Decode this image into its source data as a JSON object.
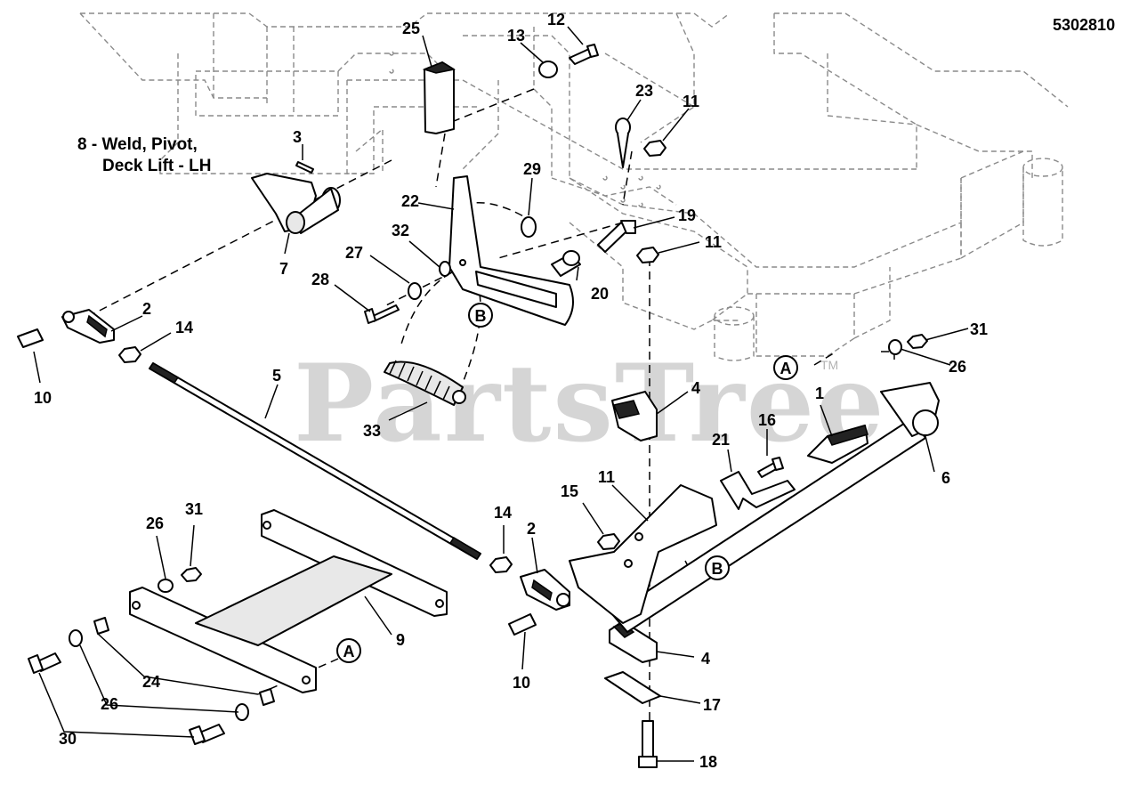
{
  "diagram_id": "5302810",
  "watermark": "PartsTree",
  "watermark_tm": "TM",
  "title_label": {
    "line1": "8 - Weld, Pivot,",
    "line2": "Deck Lift - LH"
  },
  "reference_markers": [
    "A",
    "B"
  ],
  "callouts": {
    "c1": "1",
    "c2a": "2",
    "c2b": "2",
    "c3": "3",
    "c4a": "4",
    "c4b": "4",
    "c5": "5",
    "c6": "6",
    "c7": "7",
    "c9": "9",
    "c10a": "10",
    "c10b": "10",
    "c11a": "11",
    "c11b": "11",
    "c11c": "11",
    "c12": "12",
    "c13": "13",
    "c14a": "14",
    "c14b": "14",
    "c15": "15",
    "c16": "16",
    "c17": "17",
    "c18": "18",
    "c19": "19",
    "c20": "20",
    "c21": "21",
    "c22": "22",
    "c23": "23",
    "c24": "24",
    "c25": "25",
    "c26a": "26",
    "c26b": "26",
    "c26c": "26",
    "c27": "27",
    "c28": "28",
    "c29": "29",
    "c30": "30",
    "c31a": "31",
    "c31b": "31",
    "c32": "32",
    "c33": "33"
  }
}
